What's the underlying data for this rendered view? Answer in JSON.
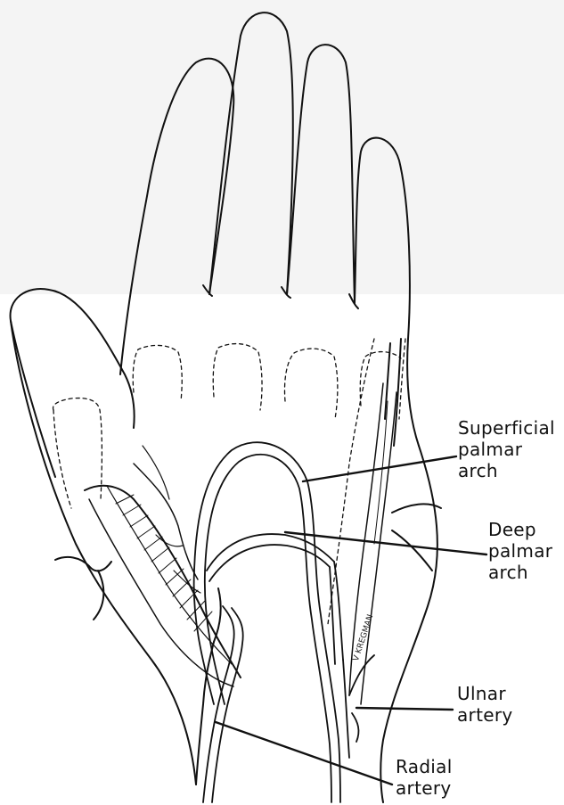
{
  "labels": {
    "superficial_palmar_arch": "Superficial\npalmar\narch",
    "deep_palmar_arch": "Deep\npalmar\narch",
    "ulnar_artery": "Ulnar\nartery",
    "radial_artery": "Radial\nartery"
  },
  "signature": "V KREGMAN",
  "colors": {
    "ink": "#111111",
    "background_top": "#f4f4f4",
    "background_bottom": "#ffffff"
  }
}
